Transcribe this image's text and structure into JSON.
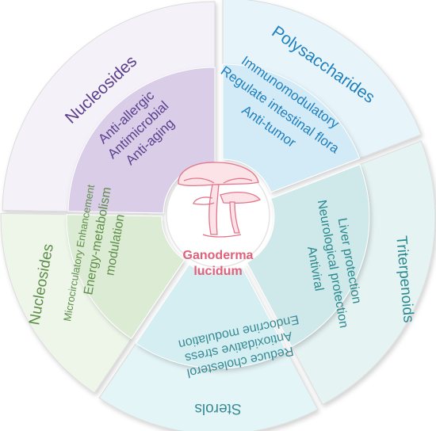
{
  "center": {
    "title_line1": "Ganoderma",
    "title_line2": "lucidum",
    "color": "#e0607a",
    "icon": "mushroom-icon"
  },
  "segments": [
    {
      "key": "nucleosides_top",
      "category": "Nucleosides",
      "effects": [
        "Anti-allergic",
        "Antimicrobial",
        "Anti-aging"
      ],
      "inner_color": "#d9cde8",
      "outer_color": "#f4f1f8",
      "text_color": "#5b3f8c"
    },
    {
      "key": "polysaccharides",
      "category": "Polysaccharides",
      "effects": [
        "Immunomodulatory",
        "Regulate intestinal flora",
        "Anti-tumor"
      ],
      "inner_color": "#d2ebf6",
      "outer_color": "#e7f5fb",
      "text_color": "#1f7fbf"
    },
    {
      "key": "triterpenoids",
      "category": "Triterpenoids",
      "effects": [
        "Liver protection",
        "Neurological protection",
        "Antiviral"
      ],
      "inner_color": "#cfe8e9",
      "outer_color": "#e6f3f3",
      "text_color": "#2a8a8f"
    },
    {
      "key": "sterols",
      "category": "Sterols",
      "effects": [
        "Reduce cholesterol",
        "Antioxidative stress",
        "Endocrine modulation"
      ],
      "inner_color": "#d4eef1",
      "outer_color": "#e4f5f7",
      "text_color": "#3a8b95"
    },
    {
      "key": "nucleosides_left",
      "category": "Nucleosides",
      "effects": [
        "Microcirculatory Enhancement",
        "Energy-metabolism",
        "modulation"
      ],
      "inner_color": "#dcebd3",
      "outer_color": "#eef6ea",
      "text_color": "#5e8e4a"
    }
  ]
}
